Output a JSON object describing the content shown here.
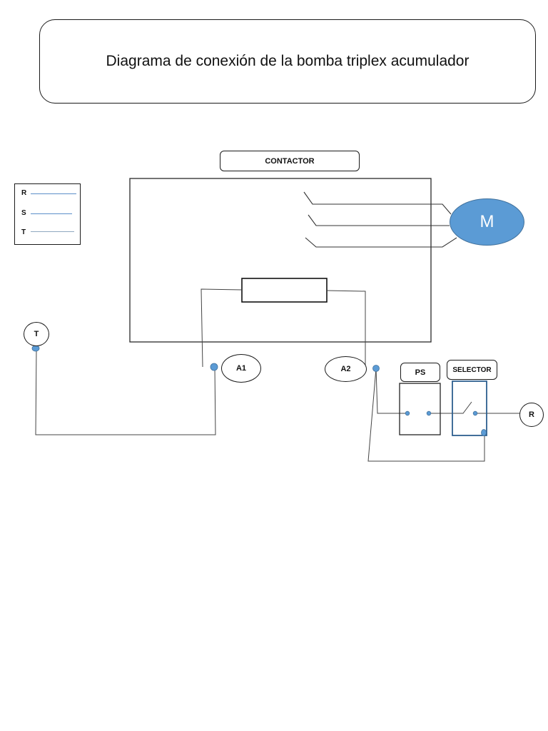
{
  "title": "Diagrama de conexión de la bomba triplex acumulador",
  "legend": {
    "items": [
      {
        "label": "R",
        "color": "#5b8fc9"
      },
      {
        "label": "S",
        "color": "#5b8fc9"
      },
      {
        "label": "T",
        "color": "#8fa8c0"
      }
    ]
  },
  "contactor": {
    "label": "CONTACTOR"
  },
  "motor": {
    "label": "M",
    "fill": "#5b9bd5"
  },
  "terminals": {
    "t": "T",
    "a1": "A1",
    "a2": "A2",
    "r": "R"
  },
  "pressure_switch": {
    "label": "PS"
  },
  "selector": {
    "label": "SELECTOR",
    "border": "#2e5f8f"
  },
  "colors": {
    "node_dot": "#5b9bd5",
    "wire": "#333333"
  }
}
